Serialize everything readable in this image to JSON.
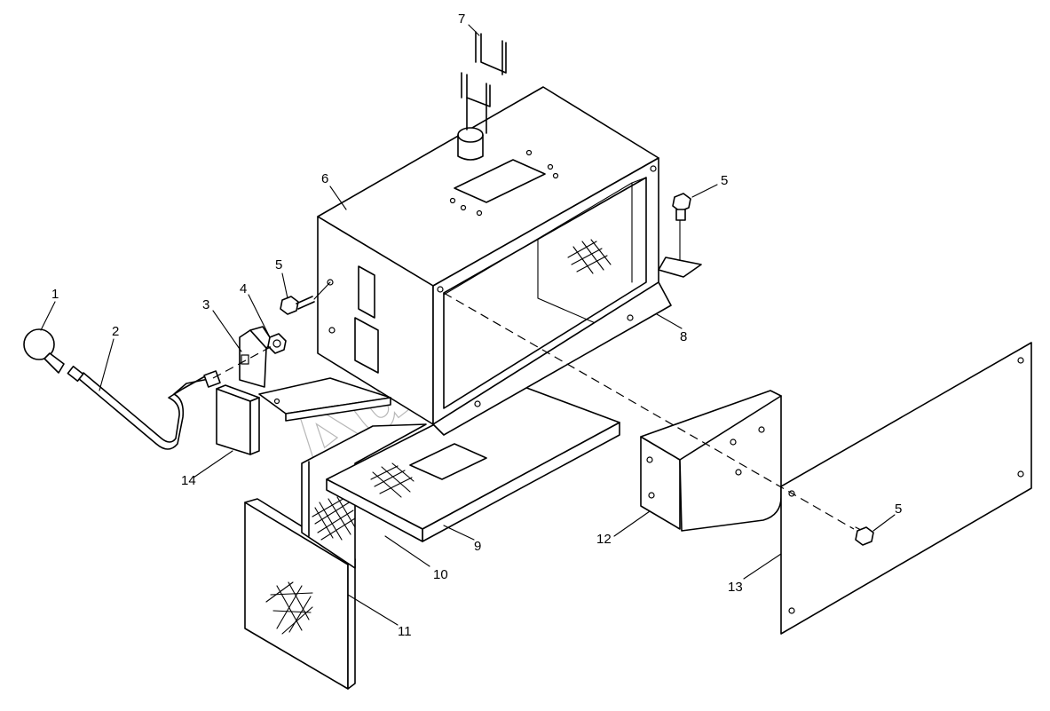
{
  "watermark": "AutoSoft",
  "callouts": [
    {
      "id": "callout-1",
      "text": "1"
    },
    {
      "id": "callout-2",
      "text": "2"
    },
    {
      "id": "callout-3",
      "text": "3"
    },
    {
      "id": "callout-4",
      "text": "4"
    },
    {
      "id": "callout-5a",
      "text": "5"
    },
    {
      "id": "callout-5b",
      "text": "5"
    },
    {
      "id": "callout-5c",
      "text": "5"
    },
    {
      "id": "callout-6",
      "text": "6"
    },
    {
      "id": "callout-7",
      "text": "7"
    },
    {
      "id": "callout-8",
      "text": "8"
    },
    {
      "id": "callout-9",
      "text": "9"
    },
    {
      "id": "callout-10",
      "text": "10"
    },
    {
      "id": "callout-11",
      "text": "11"
    },
    {
      "id": "callout-12",
      "text": "12"
    },
    {
      "id": "callout-13",
      "text": "13"
    },
    {
      "id": "callout-14",
      "text": "14"
    }
  ]
}
